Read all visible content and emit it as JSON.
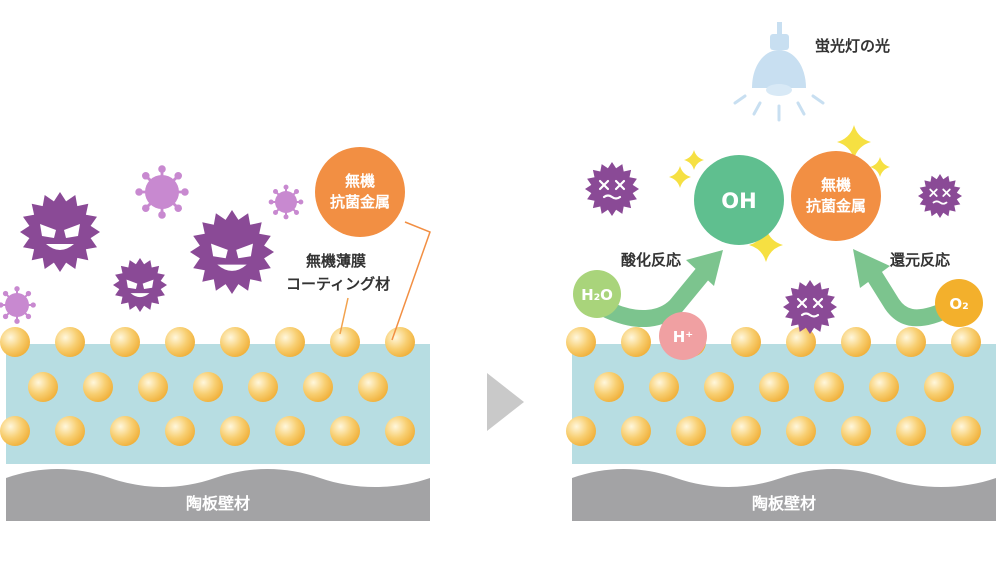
{
  "left_panel": {
    "coating_label_line1": "無機薄膜",
    "coating_label_line2": "コーティング材",
    "metal_label_line1": "無機",
    "metal_label_line2": "抗菌金属",
    "base_label": "陶板壁材"
  },
  "right_panel": {
    "lamp_label": "蛍光灯の光",
    "oh_label": "OH",
    "metal_label_line1": "無機",
    "metal_label_line2": "抗菌金属",
    "oxidation_label": "酸化反応",
    "reduction_label": "還元反応",
    "h2o_label": "H₂O",
    "h_plus_label": "H⁺",
    "o2_label": "O₂",
    "base_label": "陶板壁材"
  },
  "arrow_icon": "chevron-right-icon",
  "colors": {
    "coating": "#b7dde2",
    "base": "#a3a3a5",
    "particle": "#f6c25a",
    "virus": "#8a4a96",
    "virus_small": "#c889d0",
    "metal_circle": "#f28f43",
    "oh_circle": "#5fbf8f",
    "arrow_green": "#7cc48e",
    "h2o_circle": "#a9d47b",
    "h_plus_circle": "#f0a0a2",
    "o2_circle": "#f3b02c",
    "sparkle": "#f6e042",
    "lamp": "#c8dff1"
  }
}
